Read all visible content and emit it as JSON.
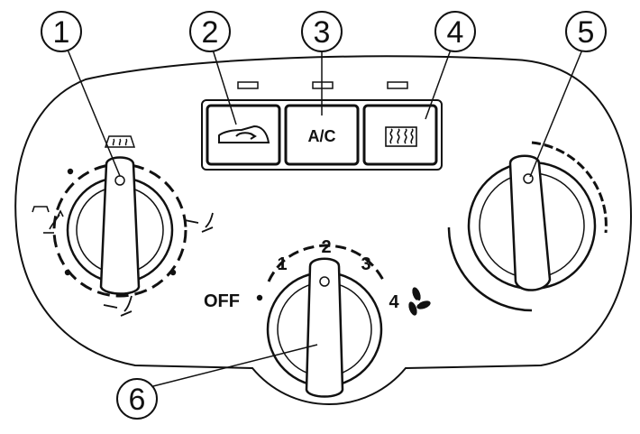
{
  "callouts": [
    {
      "id": "1",
      "label": "1"
    },
    {
      "id": "2",
      "label": "2"
    },
    {
      "id": "3",
      "label": "3"
    },
    {
      "id": "4",
      "label": "4"
    },
    {
      "id": "5",
      "label": "5"
    },
    {
      "id": "6",
      "label": "6"
    }
  ],
  "buttons": {
    "recirculation": {
      "icon": "air-recirculation-icon"
    },
    "ac": {
      "label": "A/C"
    },
    "rear_defrost": {
      "icon": "rear-window-defrost-icon"
    }
  },
  "fan_speed": {
    "off_label": "OFF",
    "levels": [
      "1",
      "2",
      "3",
      "4"
    ],
    "icon": "fan-icon"
  },
  "air_distribution": {
    "icons": [
      "windshield-defrost-icon",
      "defrost-and-feet-icon",
      "face-vent-icon",
      "feet-vent-icon"
    ]
  },
  "temperature": {
    "scale": "cold-to-hot-arc"
  }
}
